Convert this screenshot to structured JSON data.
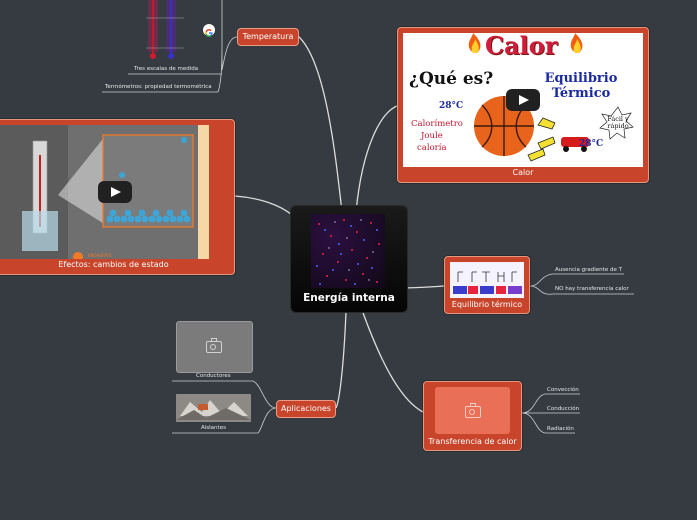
{
  "central": {
    "label": "Energía interna"
  },
  "topics": {
    "temperatura": {
      "label": "Temperatura",
      "subitems": [
        "Tres escalas de medida",
        "Termómetros: propiedad termométrica"
      ]
    },
    "calor": {
      "label": "Calor",
      "thumbnail": {
        "title": "Calor",
        "question": "¿Qué es?",
        "subtitle": "Equilibrio Térmico",
        "temp_left": "28°C",
        "temp_right": "28°C",
        "labels": [
          "Calorímetro",
          "Joule",
          "caloría"
        ],
        "badge": "Fácil y rápido"
      }
    },
    "efectos": {
      "label": "Efectos: cambios de estado",
      "brand": "ENCHUFATE"
    },
    "equilibrio": {
      "label": "Equilibrio térmico",
      "subitems": [
        "Ausencia gradiente de T",
        "NO hay transferencia calor"
      ]
    },
    "transferencia": {
      "label": "Transferencia de calor",
      "subitems": [
        "Convección",
        "Conducción",
        "Radiación"
      ]
    },
    "aplicaciones": {
      "label": "Aplicaciones",
      "subitems": [
        "Conductores",
        "Aislantes"
      ]
    }
  },
  "colors": {
    "background": "#353b40",
    "topic": "#c8452b",
    "connector": "#e0e0e0"
  },
  "icons": {
    "video": "play-icon",
    "image_placeholder": "camera-icon",
    "google": "google-icon"
  }
}
